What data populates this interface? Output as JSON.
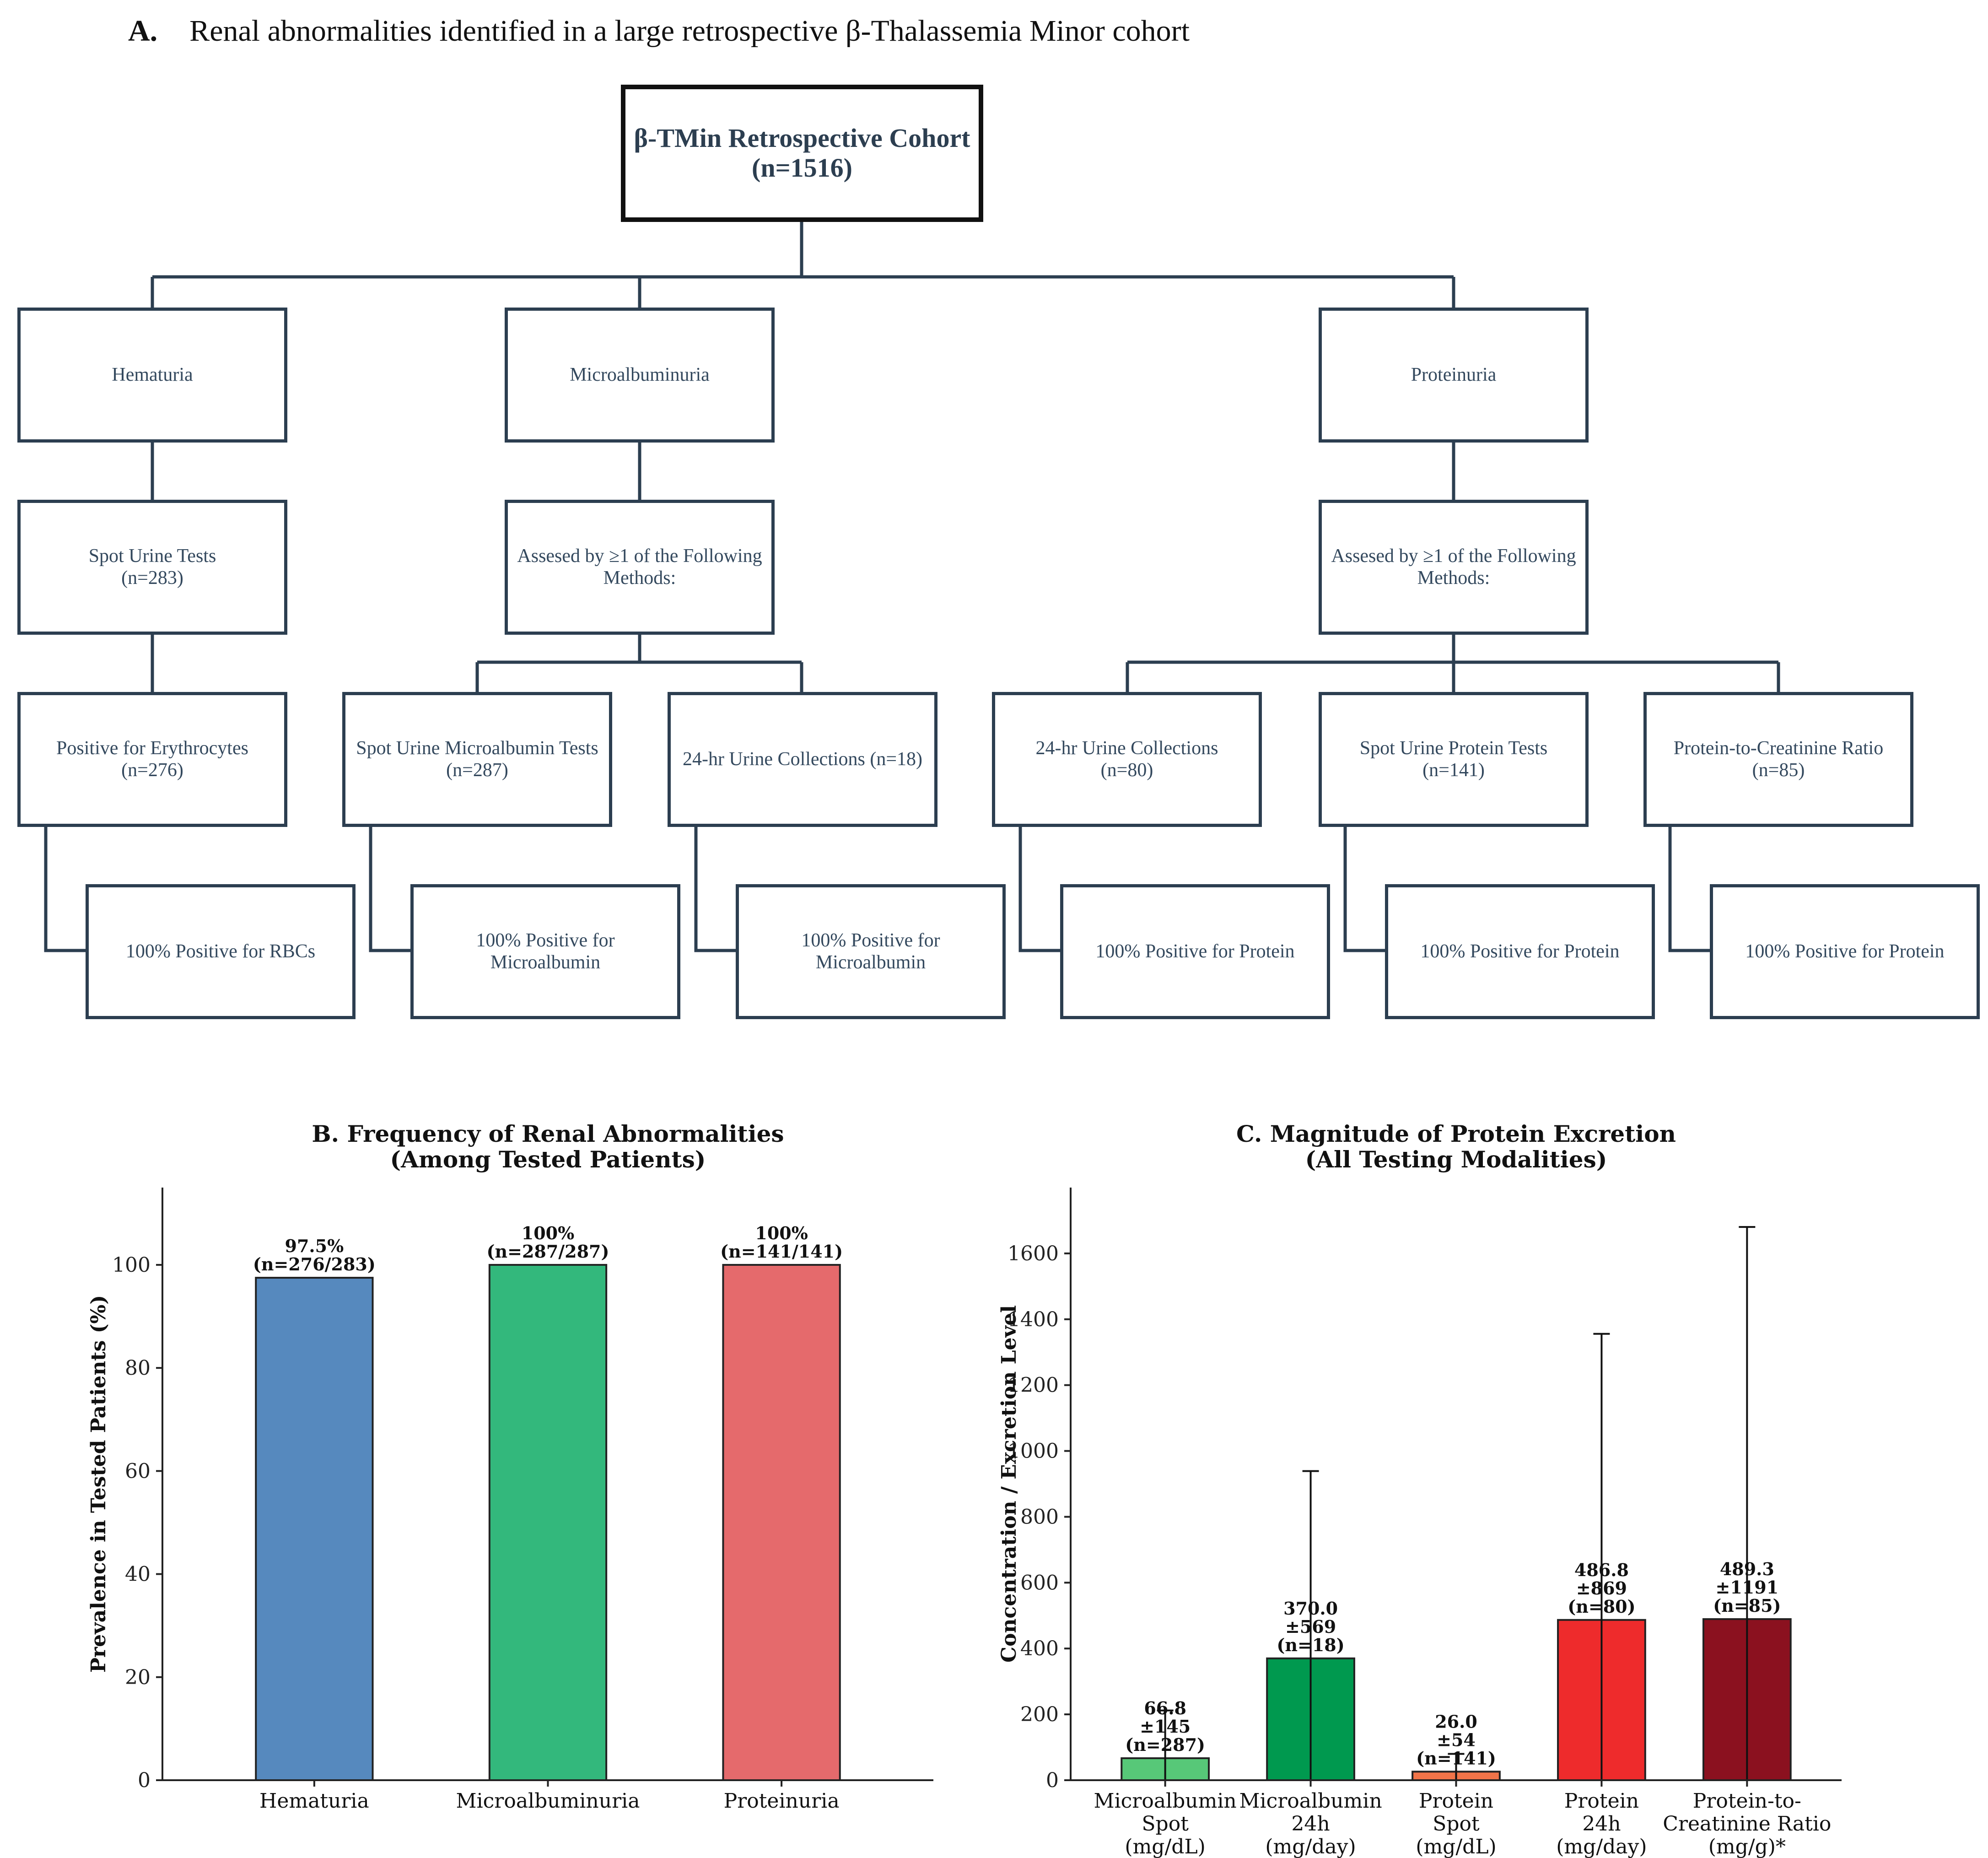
{
  "panel_a": {
    "label": "A.",
    "title": "Renal abnormalities identified in a large retrospective β-Thalassemia Minor cohort",
    "root": "β-TMin Retrospective Cohort\n(n=1516)",
    "level1": [
      "Hematuria",
      "Microalbuminuria",
      "Proteinuria"
    ],
    "level2": [
      "Spot Urine Tests\n(n=283)",
      "Assesed by ≥1 of the Following\nMethods:",
      "Assesed by ≥1 of the Following\nMethods:"
    ],
    "level3": [
      "Positive for Erythrocytes\n(n=276)",
      "Spot Urine Microalbumin Tests\n(n=287)",
      "24-hr Urine Collections (n=18)",
      "24-hr Urine Collections\n(n=80)",
      "Spot Urine Protein Tests\n(n=141)",
      "Protein-to-Creatinine Ratio\n(n=85)"
    ],
    "level4": [
      "100% Positive for RBCs",
      "100% Positive for\nMicroalbumin",
      "100% Positive for\nMicroalbumin",
      "100% Positive for Protein",
      "100% Positive for Protein",
      "100% Positive for Protein"
    ]
  },
  "chart_data": [
    {
      "type": "bar",
      "title": "B. Frequency of Renal Abnormalities\n(Among Tested Patients)",
      "xlabel": "",
      "ylabel": "Prevalence in Tested Patients (%)",
      "categories": [
        "Hematuria",
        "Microalbuminuria",
        "Proteinuria"
      ],
      "values": [
        97.5,
        100,
        100
      ],
      "bar_labels": [
        "97.5%\n(n=276/283)",
        "100%\n(n=287/287)",
        "100%\n(n=141/141)"
      ],
      "colors": [
        "#5689be",
        "#33b87c",
        "#e56a6c"
      ],
      "ylim": [
        0,
        115
      ],
      "yticks": [
        0,
        20,
        40,
        60,
        80,
        100
      ],
      "grid": false
    },
    {
      "type": "bar",
      "title": "C. Magnitude of Protein Excretion\n(All Testing Modalities)",
      "xlabel": "",
      "ylabel": "Concentration / Excretion Level",
      "categories": [
        "Microalbumin\nSpot\n(mg/dL)",
        "Microalbumin\n24h\n(mg/day)",
        "Protein\nSpot\n(mg/dL)",
        "Protein\n24h\n(mg/day)",
        "Protein-to-\nCreatinine Ratio\n(mg/g)*"
      ],
      "values": [
        66.8,
        370.0,
        26.0,
        486.8,
        489.3
      ],
      "errors": [
        145,
        569,
        54,
        869,
        1191
      ],
      "bar_labels": [
        "66.8\n±145\n(n=287)",
        "370.0\n±569\n(n=18)",
        "26.0\n±54\n(n=141)",
        "486.8\n±869\n(n=80)",
        "489.3\n±1191\n(n=85)"
      ],
      "colors": [
        "#57c878",
        "#00994f",
        "#f17449",
        "#ee2b2c",
        "#8b111f"
      ],
      "ylim": [
        0,
        1800
      ],
      "yticks": [
        0,
        200,
        400,
        600,
        800,
        1000,
        1200,
        1400,
        1600
      ],
      "grid": false
    }
  ]
}
